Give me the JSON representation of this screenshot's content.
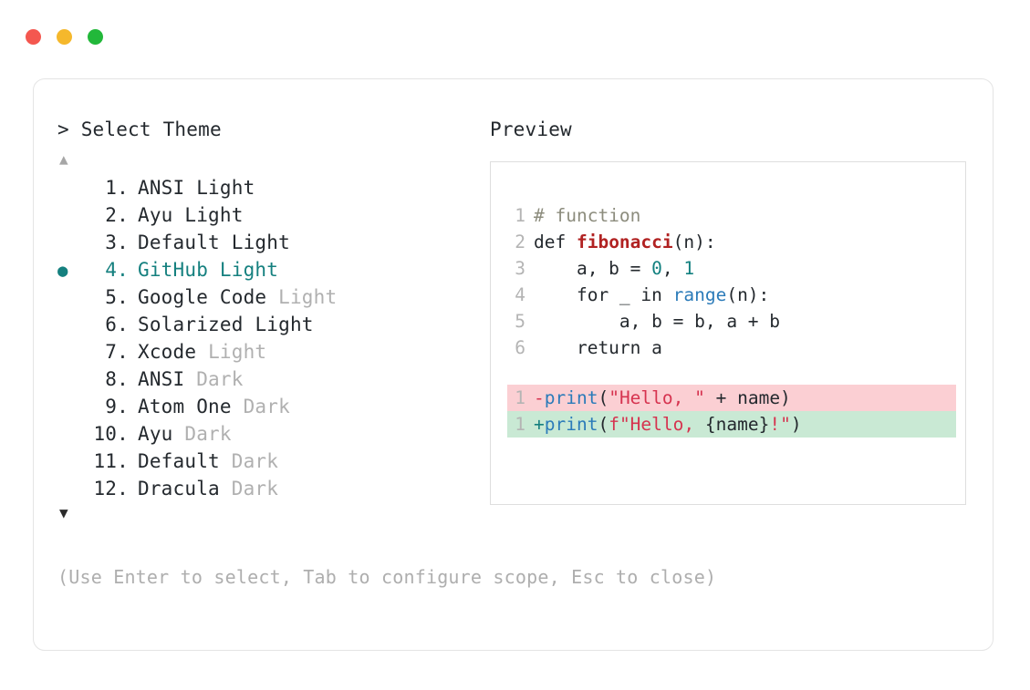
{
  "window": {
    "controls": [
      {
        "name": "close-dot",
        "color": "#f4574f"
      },
      {
        "name": "minimize-dot",
        "color": "#f5b82c"
      },
      {
        "name": "maximize-dot",
        "color": "#22b83a"
      }
    ]
  },
  "prompt": {
    "caret": ">",
    "title": "Select Theme",
    "scroll_up": "▲",
    "scroll_down": "▼",
    "selected_index": 4
  },
  "themes": [
    {
      "num": " 1.",
      "name": "ANSI",
      "variant": "Light",
      "variant_muted": false,
      "selected": false
    },
    {
      "num": " 2.",
      "name": "Ayu",
      "variant": "Light",
      "variant_muted": false,
      "selected": false
    },
    {
      "num": " 3.",
      "name": "Default",
      "variant": "Light",
      "variant_muted": false,
      "selected": false
    },
    {
      "num": " 4.",
      "name": "GitHub",
      "variant": "Light",
      "variant_muted": false,
      "selected": true
    },
    {
      "num": " 5.",
      "name": "Google Code",
      "variant": "Light",
      "variant_muted": true,
      "selected": false
    },
    {
      "num": " 6.",
      "name": "Solarized",
      "variant": "Light",
      "variant_muted": false,
      "selected": false
    },
    {
      "num": " 7.",
      "name": "Xcode",
      "variant": "Light",
      "variant_muted": true,
      "selected": false
    },
    {
      "num": " 8.",
      "name": "ANSI",
      "variant": "Dark",
      "variant_muted": true,
      "selected": false
    },
    {
      "num": " 9.",
      "name": "Atom One",
      "variant": "Dark",
      "variant_muted": true,
      "selected": false
    },
    {
      "num": "10.",
      "name": "Ayu",
      "variant": "Dark",
      "variant_muted": true,
      "selected": false
    },
    {
      "num": "11.",
      "name": "Default",
      "variant": "Dark",
      "variant_muted": true,
      "selected": false
    },
    {
      "num": "12.",
      "name": "Dracula",
      "variant": "Dark",
      "variant_muted": true,
      "selected": false
    }
  ],
  "hint": "(Use Enter to select, Tab to configure scope, Esc to close)",
  "preview": {
    "title": "Preview",
    "code_lines": [
      {
        "no": "1",
        "tokens": [
          {
            "t": "# function",
            "c": "tok-comment"
          }
        ]
      },
      {
        "no": "2",
        "tokens": [
          {
            "t": "def ",
            "c": "tok-plain"
          },
          {
            "t": "fibonacci",
            "c": "tok-func"
          },
          {
            "t": "(n):",
            "c": "tok-plain"
          }
        ]
      },
      {
        "no": "3",
        "tokens": [
          {
            "t": "    a, b = ",
            "c": "tok-plain"
          },
          {
            "t": "0",
            "c": "tok-num"
          },
          {
            "t": ", ",
            "c": "tok-plain"
          },
          {
            "t": "1",
            "c": "tok-num"
          }
        ]
      },
      {
        "no": "4",
        "tokens": [
          {
            "t": "    for _ in ",
            "c": "tok-plain"
          },
          {
            "t": "range",
            "c": "tok-builtin"
          },
          {
            "t": "(n):",
            "c": "tok-plain"
          }
        ]
      },
      {
        "no": "5",
        "tokens": [
          {
            "t": "        a, b = b, a + b",
            "c": "tok-plain"
          }
        ]
      },
      {
        "no": "6",
        "tokens": [
          {
            "t": "    return a",
            "c": "tok-plain"
          }
        ]
      }
    ],
    "diff_lines": [
      {
        "no": "1",
        "marker": "-",
        "kind": "removed",
        "bg": "#fbcfd3",
        "tokens": [
          {
            "t": "print",
            "c": "tok-builtin"
          },
          {
            "t": "(",
            "c": "tok-plain"
          },
          {
            "t": "\"Hello, \"",
            "c": "tok-string"
          },
          {
            "t": " + name)",
            "c": "tok-plain"
          }
        ]
      },
      {
        "no": "1",
        "marker": "+",
        "kind": "added",
        "bg": "#c9e9d4",
        "tokens": [
          {
            "t": "print",
            "c": "tok-builtin"
          },
          {
            "t": "(",
            "c": "tok-plain"
          },
          {
            "t": "f\"Hello, ",
            "c": "tok-string"
          },
          {
            "t": "{name}",
            "c": "tok-plain"
          },
          {
            "t": "!\"",
            "c": "tok-string"
          },
          {
            "t": ")",
            "c": "tok-plain"
          }
        ]
      }
    ]
  },
  "colors": {
    "accent_teal": "#15807f",
    "muted_text": "#b0b0b0",
    "body_text": "#24292e",
    "diff_remove_bg": "#fbcfd3",
    "diff_add_bg": "#c9e9d4"
  }
}
